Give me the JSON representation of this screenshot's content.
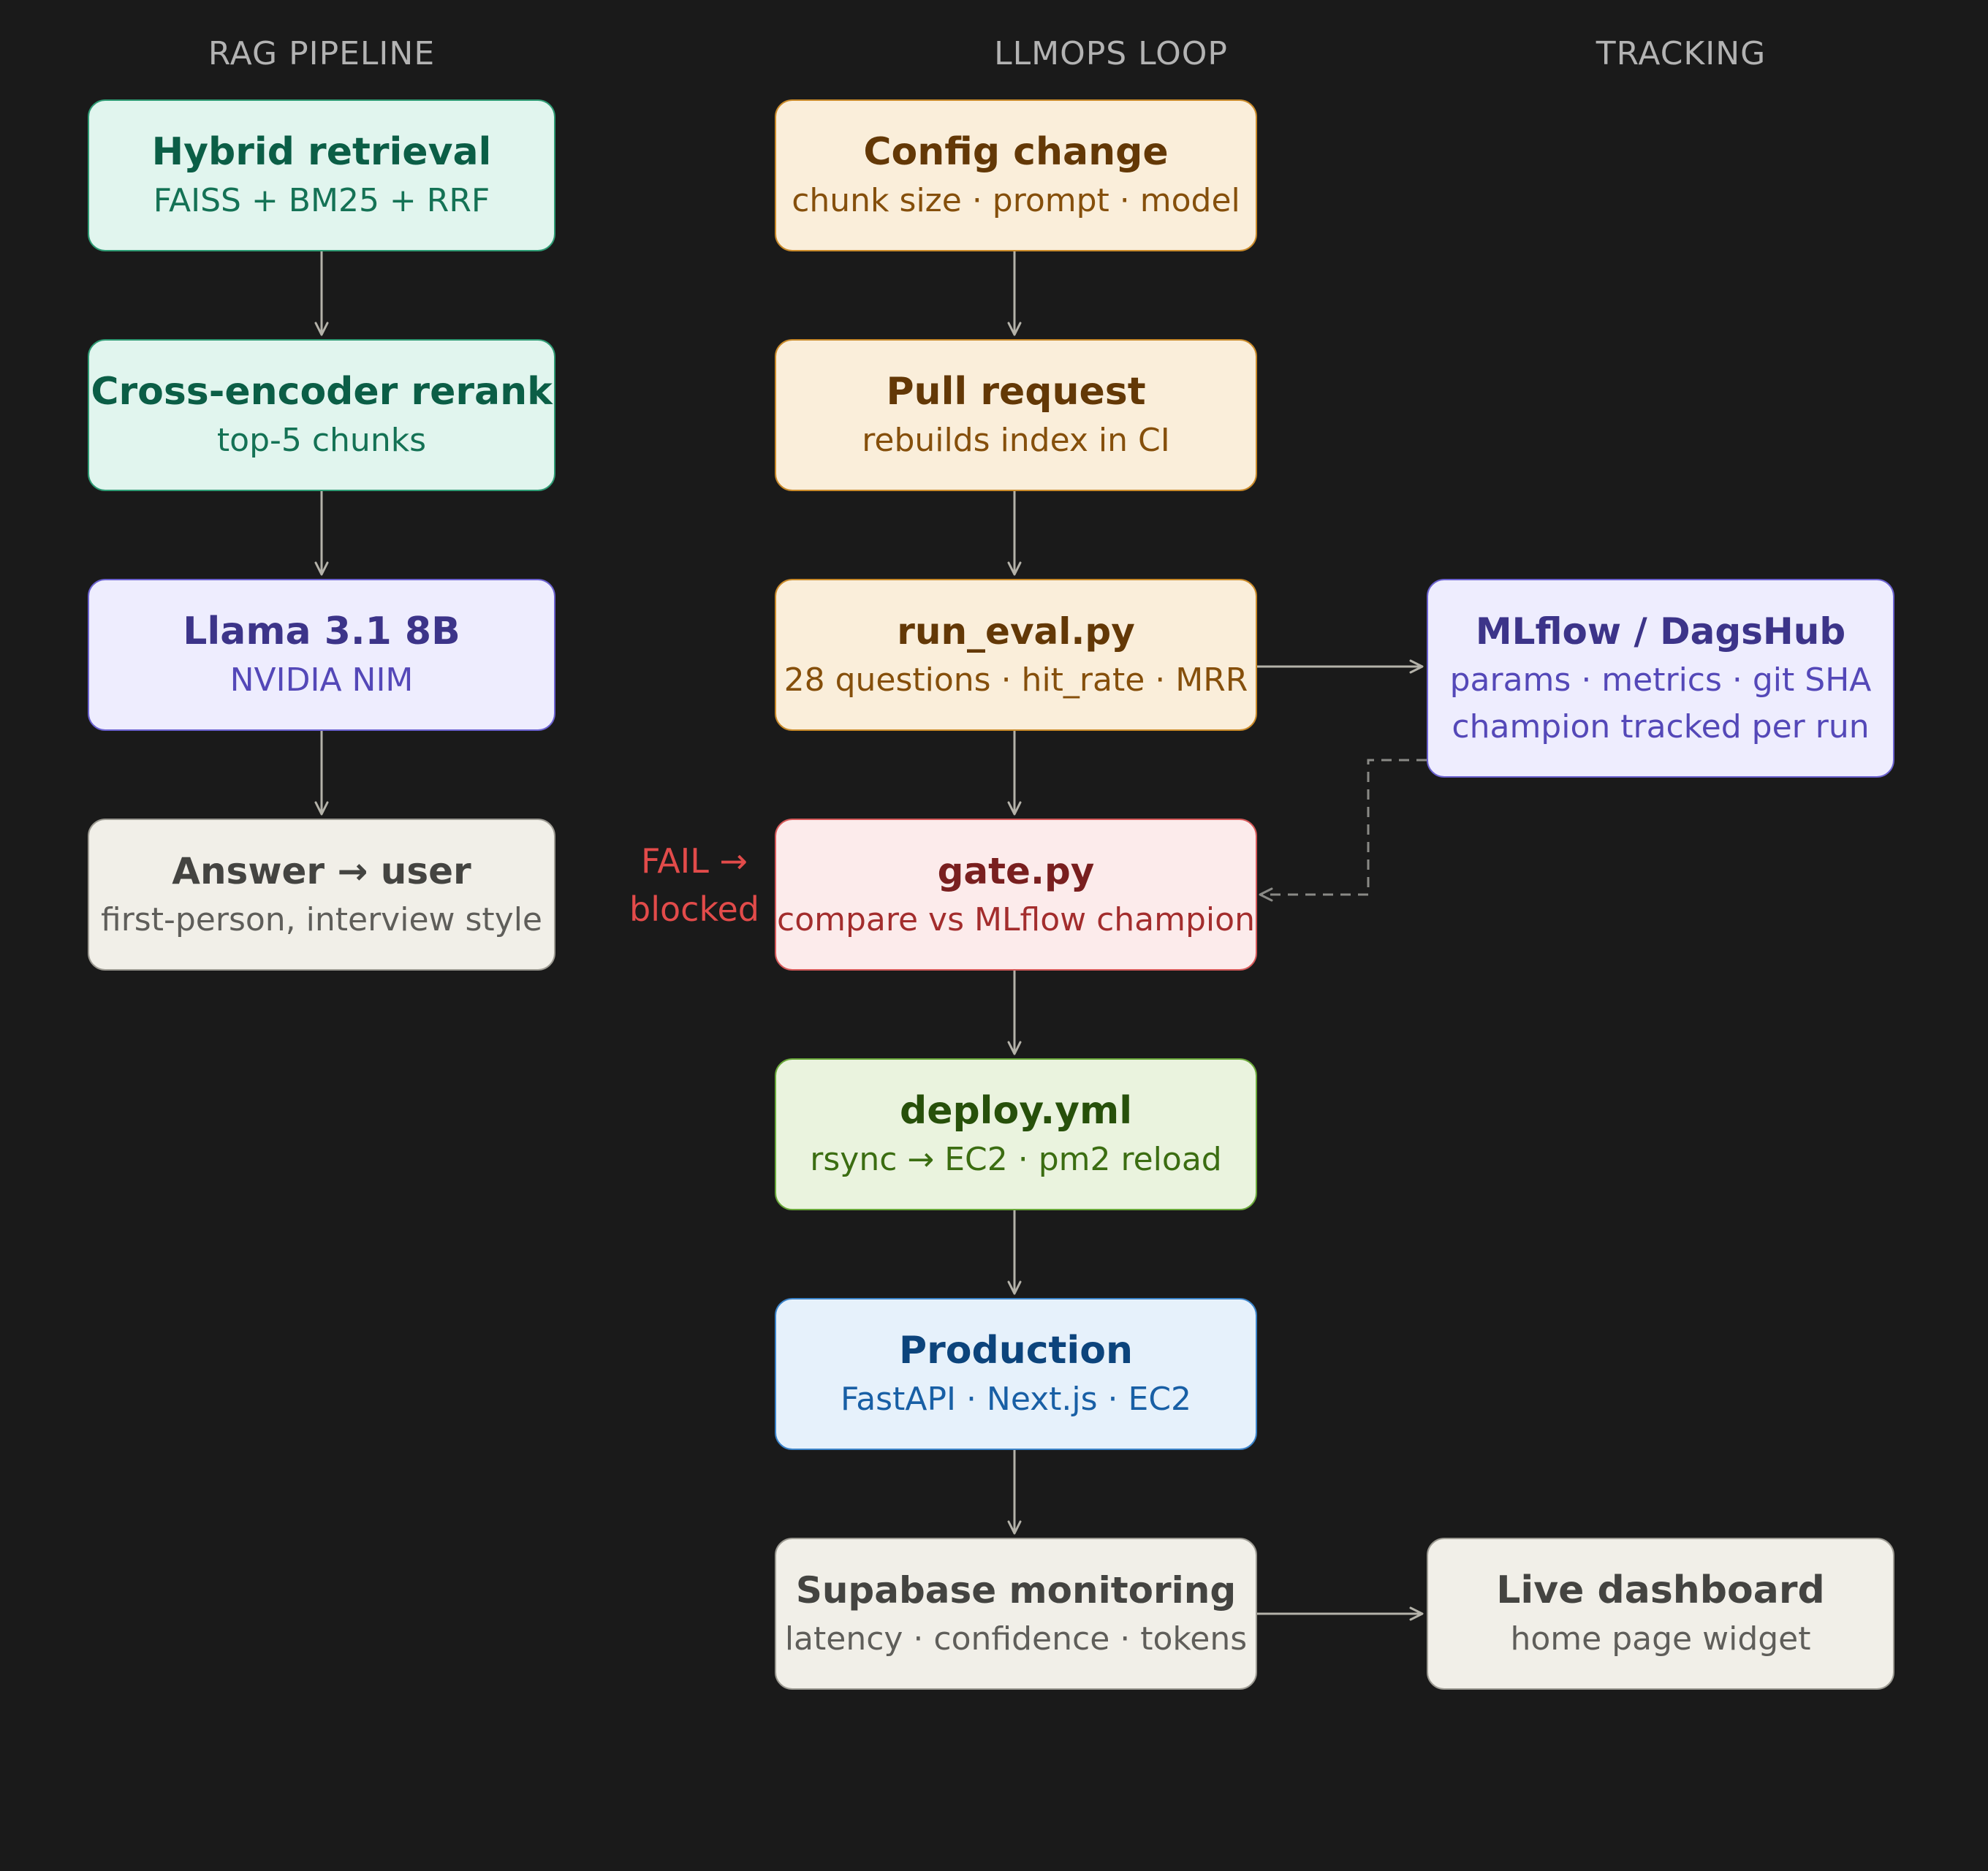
{
  "headers": {
    "rag": "RAG PIPELINE",
    "llmops": "LLMOPS LOOP",
    "tracking": "TRACKING"
  },
  "rag_pipeline": {
    "hybrid": {
      "title": "Hybrid retrieval",
      "sub": "FAISS + BM25 + RRF"
    },
    "rerank": {
      "title": "Cross-encoder rerank",
      "sub": "top-5 chunks"
    },
    "llama": {
      "title": "Llama 3.1 8B",
      "sub": "NVIDIA NIM"
    },
    "answer": {
      "title": "Answer → user",
      "sub": "first-person, interview style"
    }
  },
  "llmops_loop": {
    "config": {
      "title": "Config change",
      "sub": "chunk size · prompt · model"
    },
    "pr": {
      "title": "Pull request",
      "sub": "rebuilds index in CI"
    },
    "eval": {
      "title": "run_eval.py",
      "sub": "28 questions · hit_rate · MRR"
    },
    "gate": {
      "title": "gate.py",
      "sub": "compare vs MLflow champion"
    },
    "deploy": {
      "title": "deploy.yml",
      "sub": "rsync → EC2 · pm2 reload"
    },
    "prod": {
      "title": "Production",
      "sub": "FastAPI · Next.js · EC2"
    },
    "supabase": {
      "title": "Supabase monitoring",
      "sub": "latency · confidence · tokens"
    }
  },
  "tracking": {
    "mlflow": {
      "title": "MLflow / DagsHub",
      "sub1": "params · metrics · git SHA",
      "sub2": "champion tracked per run"
    },
    "dashboard": {
      "title": "Live dashboard",
      "sub": "home page widget"
    }
  },
  "fail_label": {
    "line1": "FAIL →",
    "line2": "blocked"
  },
  "colors": {
    "background": "#1a1a1a",
    "arrow": "#b4b2a9",
    "fail": "#e24b4a",
    "dashed": "#8a8a86"
  }
}
